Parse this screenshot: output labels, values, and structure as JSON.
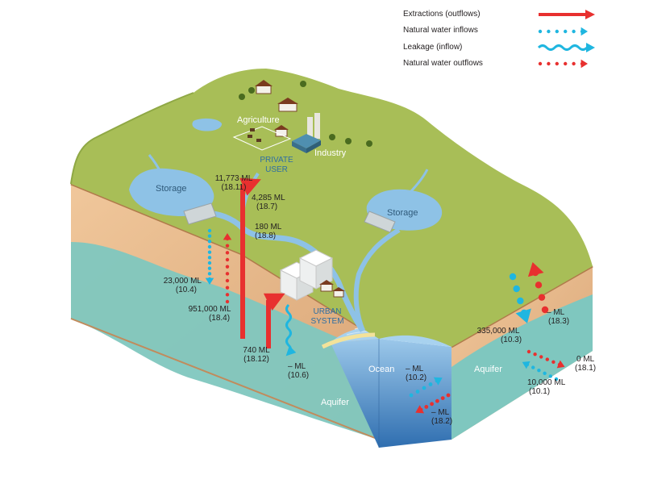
{
  "legend": [
    {
      "label": "Extractions (outflows)",
      "style": "solid",
      "color": "#e8302f"
    },
    {
      "label": "Natural water inflows",
      "style": "dotted",
      "color": "#1fb6e0"
    },
    {
      "label": "Leakage (inflow)",
      "style": "wavy",
      "color": "#1fb6e0"
    },
    {
      "label": "Natural water outflows",
      "style": "dotted",
      "color": "#e8302f"
    }
  ],
  "places": {
    "agriculture": "Agriculture",
    "industry": "Industry",
    "private_user_line1": "PRIVATE",
    "private_user_line2": "USER",
    "storage_left": "Storage",
    "storage_right": "Storage",
    "urban_line1": "URBAN",
    "urban_line2": "SYSTEM",
    "ocean": "Ocean",
    "aquifer_left": "Aquifer",
    "aquifer_right": "Aquifer"
  },
  "flows": {
    "private_extraction": {
      "value": "11,773 ML",
      "code": "(18.11)"
    },
    "agri_flow": {
      "value": "4,285 ML",
      "code": "(18.7)"
    },
    "industry_flow": {
      "value": "180 ML",
      "code": "(18.8)"
    },
    "storage_inflow": {
      "value": "23,000 ML",
      "code": "(10.4)"
    },
    "storage_outflow": {
      "value": "951,000 ML",
      "code": "(18.4)"
    },
    "urban_extraction": {
      "value": "740 ML",
      "code": "(18.12)"
    },
    "urban_leakage": {
      "value": "– ML",
      "code": "(10.6)"
    },
    "ocean_inflow": {
      "value": "– ML",
      "code": "(10.2)"
    },
    "ocean_outflow": {
      "value": "– ML",
      "code": "(18.2)"
    },
    "right_inflow": {
      "value": "335,000 ML",
      "code": "(10.3)"
    },
    "right_outflow": {
      "value": "– ML",
      "code": "(18.3)"
    },
    "aquifer_outflow": {
      "value": "0 ML",
      "code": "(18.1)"
    },
    "aquifer_inflow": {
      "value": "10,000 ML",
      "code": "(10.1)"
    }
  },
  "colors": {
    "land": "#a9bf56",
    "land_dark": "#8fa845",
    "soil": "#e7b98b",
    "soil_dark": "#c7905f",
    "aquifer": "#79c3bd",
    "water": "#7fb7de",
    "ocean_front": "#3d7fc0",
    "red": "#e8302f",
    "blue": "#1fb6e0"
  }
}
